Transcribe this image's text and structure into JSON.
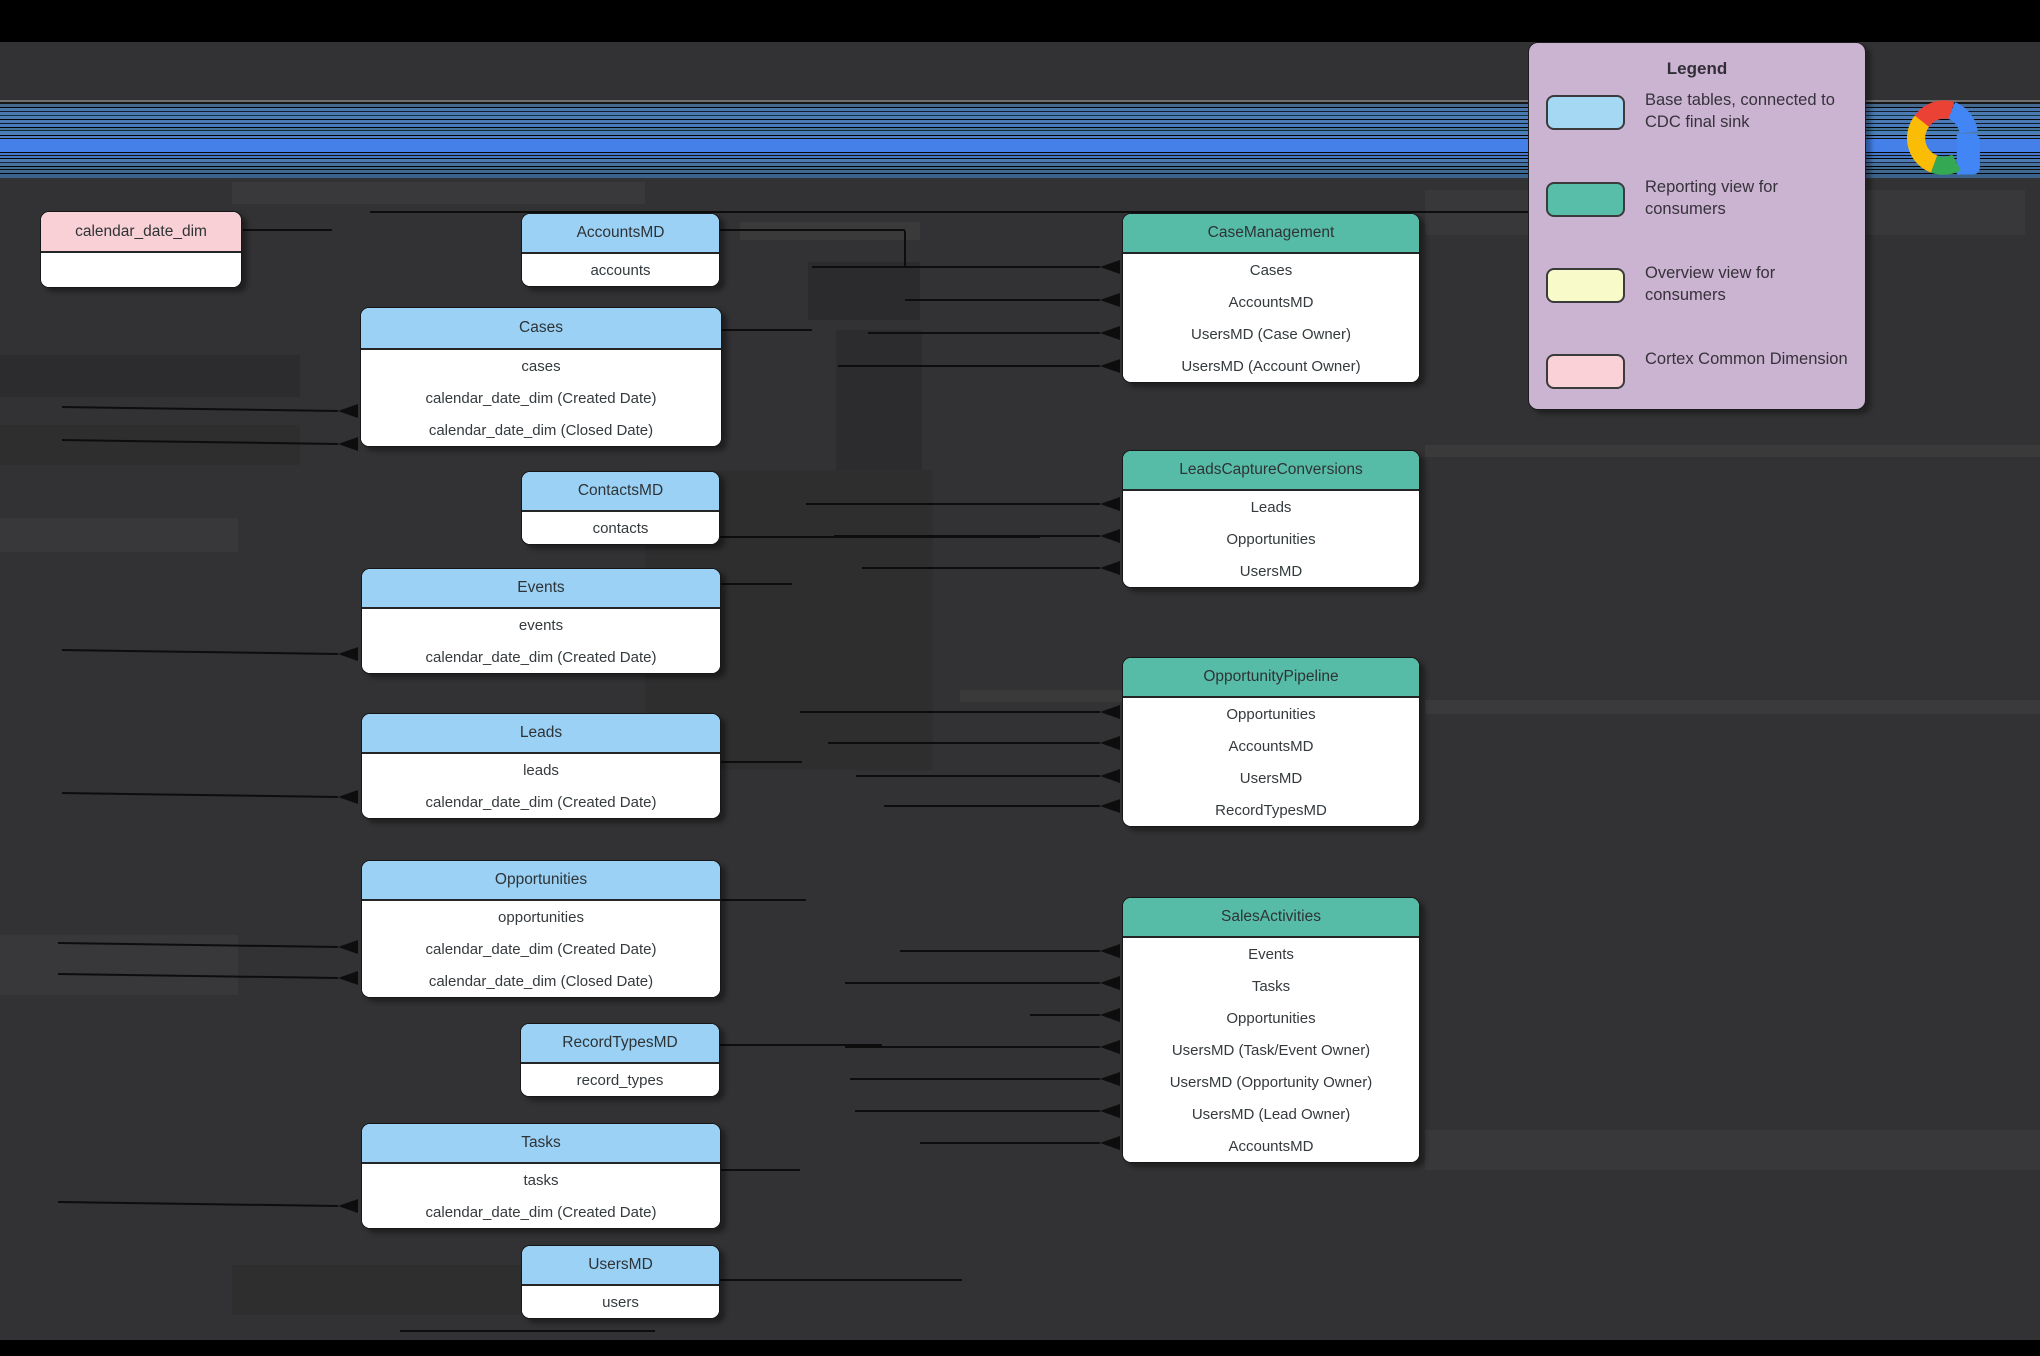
{
  "legend": {
    "title": "Legend",
    "items": [
      {
        "id": "base-tables-swatch",
        "label": "Base tables, connected to CDC final sink",
        "color": "#a5d8f3"
      },
      {
        "id": "reporting-view-swatch",
        "label": "Reporting view for consumers",
        "color": "#58bda9"
      },
      {
        "id": "overview-view-swatch",
        "label": "Overview view for consumers",
        "color": "#f8fac9"
      },
      {
        "id": "cortex-dimension-swatch",
        "label": "Cortex Common Dimension",
        "color": "#f9d1d7"
      }
    ]
  },
  "brand": {
    "icon": "google-cloud-logo"
  },
  "colors": {
    "canvas": "#323234",
    "base_table_header": "#9ad1f5",
    "view_header": "#57bca7",
    "overview_view": "#f8fac9",
    "dimension_header": "#f9d0d6",
    "connector": "#0d0d0d"
  },
  "diagram": {
    "tables": [
      {
        "name": "calendar_date_dim",
        "kind": "dimension",
        "rows": [
          ""
        ]
      },
      {
        "name": "AccountsMD",
        "kind": "base",
        "rows": [
          "accounts"
        ]
      },
      {
        "name": "Cases",
        "kind": "base",
        "rows": [
          "cases",
          "calendar_date_dim (Created Date)",
          "calendar_date_dim (Closed Date)"
        ]
      },
      {
        "name": "ContactsMD",
        "kind": "base",
        "rows": [
          "contacts"
        ]
      },
      {
        "name": "Events",
        "kind": "base",
        "rows": [
          "events",
          "calendar_date_dim (Created Date)"
        ]
      },
      {
        "name": "Leads",
        "kind": "base",
        "rows": [
          "leads",
          "calendar_date_dim (Created Date)"
        ]
      },
      {
        "name": "Opportunities",
        "kind": "base",
        "rows": [
          "opportunities",
          "calendar_date_dim (Created Date)",
          "calendar_date_dim (Closed Date)"
        ]
      },
      {
        "name": "RecordTypesMD",
        "kind": "base",
        "rows": [
          "record_types"
        ]
      },
      {
        "name": "Tasks",
        "kind": "base",
        "rows": [
          "tasks",
          "calendar_date_dim (Created Date)"
        ]
      },
      {
        "name": "UsersMD",
        "kind": "base",
        "rows": [
          "users"
        ]
      },
      {
        "name": "CaseManagement",
        "kind": "view",
        "rows": [
          "Cases",
          "AccountsMD",
          "UsersMD (Case Owner)",
          "UsersMD (Account Owner)"
        ]
      },
      {
        "name": "LeadsCaptureConversions",
        "kind": "view",
        "rows": [
          "Leads",
          "Opportunities",
          "UsersMD"
        ]
      },
      {
        "name": "OpportunityPipeline",
        "kind": "view",
        "rows": [
          "Opportunities",
          "AccountsMD",
          "UsersMD",
          "RecordTypesMD"
        ]
      },
      {
        "name": "SalesActivities",
        "kind": "view",
        "rows": [
          "Events",
          "Tasks",
          "Opportunities",
          "UsersMD (Task/Event Owner)",
          "UsersMD (Opportunity Owner)",
          "UsersMD (Lead Owner)",
          "AccountsMD"
        ]
      }
    ]
  }
}
